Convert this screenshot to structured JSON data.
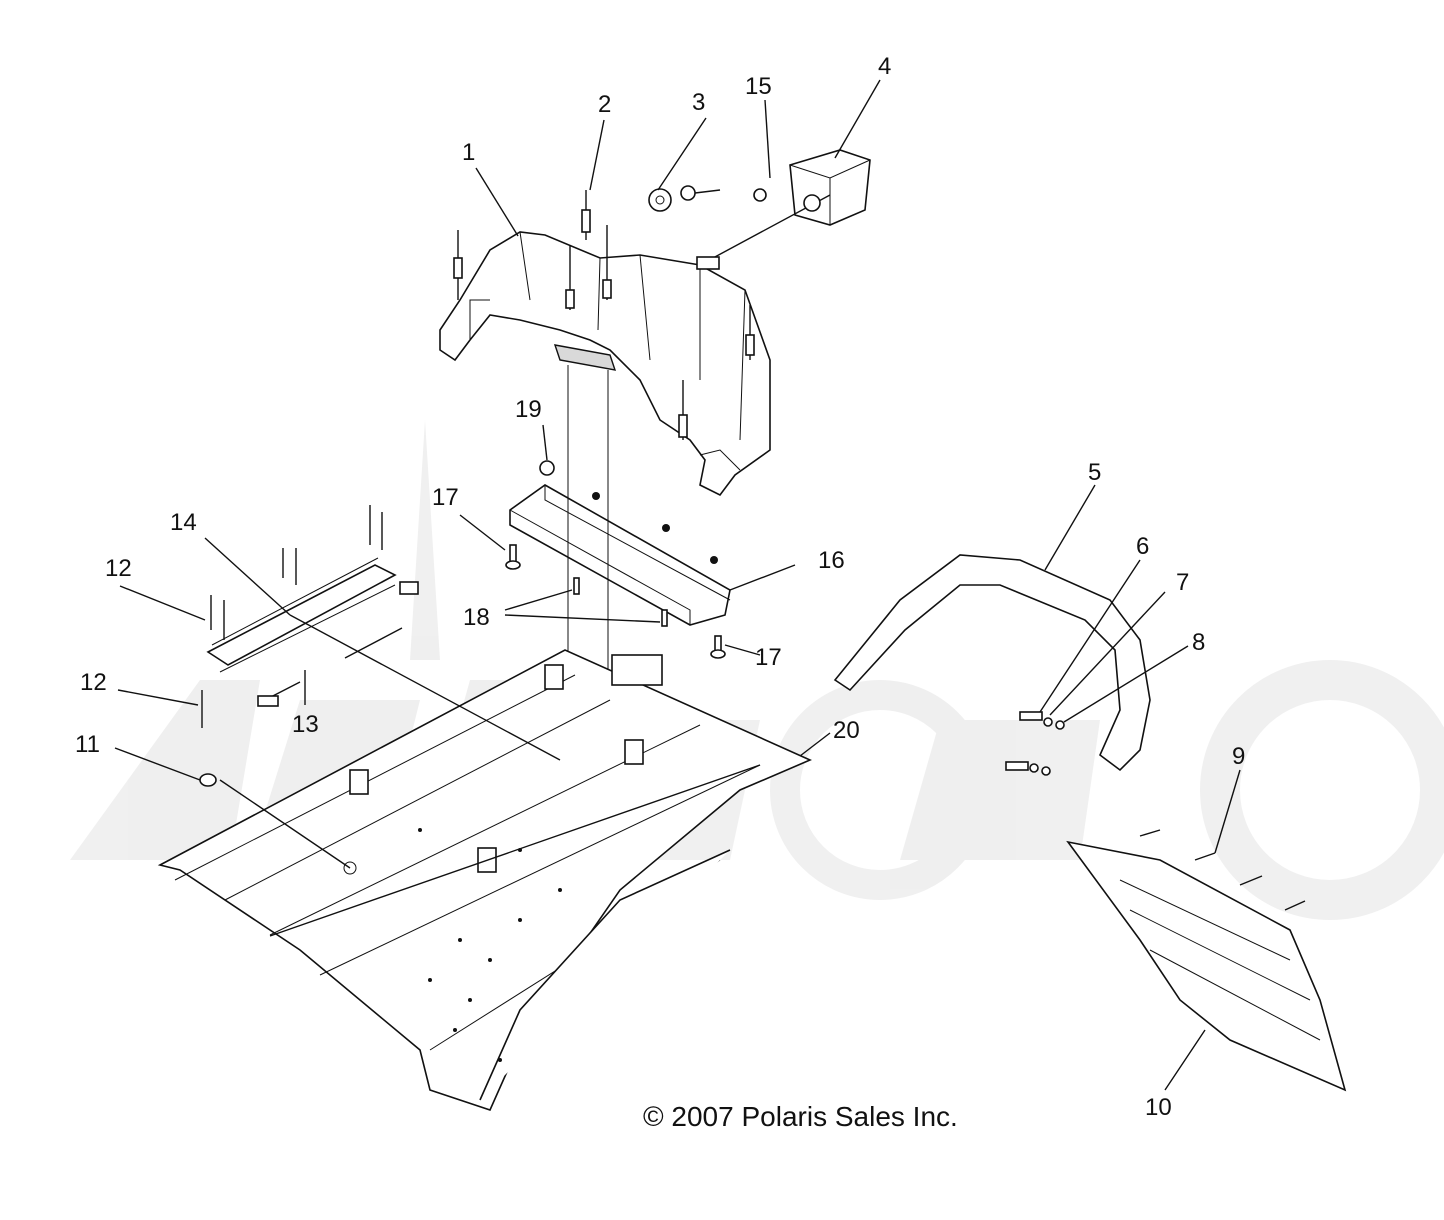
{
  "copyright": "© 2007 Polaris Sales Inc.",
  "watermark": "Arctic Moto",
  "callouts": [
    {
      "id": "1",
      "label": "1"
    },
    {
      "id": "2",
      "label": "2"
    },
    {
      "id": "3",
      "label": "3"
    },
    {
      "id": "4",
      "label": "4"
    },
    {
      "id": "5",
      "label": "5"
    },
    {
      "id": "6",
      "label": "6"
    },
    {
      "id": "7",
      "label": "7"
    },
    {
      "id": "8",
      "label": "8"
    },
    {
      "id": "9",
      "label": "9"
    },
    {
      "id": "10",
      "label": "10"
    },
    {
      "id": "11",
      "label": "11"
    },
    {
      "id": "12a",
      "label": "12"
    },
    {
      "id": "12b",
      "label": "12"
    },
    {
      "id": "13",
      "label": "13"
    },
    {
      "id": "14",
      "label": "14"
    },
    {
      "id": "15",
      "label": "15"
    },
    {
      "id": "16",
      "label": "16"
    },
    {
      "id": "17a",
      "label": "17"
    },
    {
      "id": "17b",
      "label": "17"
    },
    {
      "id": "18",
      "label": "18"
    },
    {
      "id": "19",
      "label": "19"
    },
    {
      "id": "20",
      "label": "20"
    }
  ]
}
